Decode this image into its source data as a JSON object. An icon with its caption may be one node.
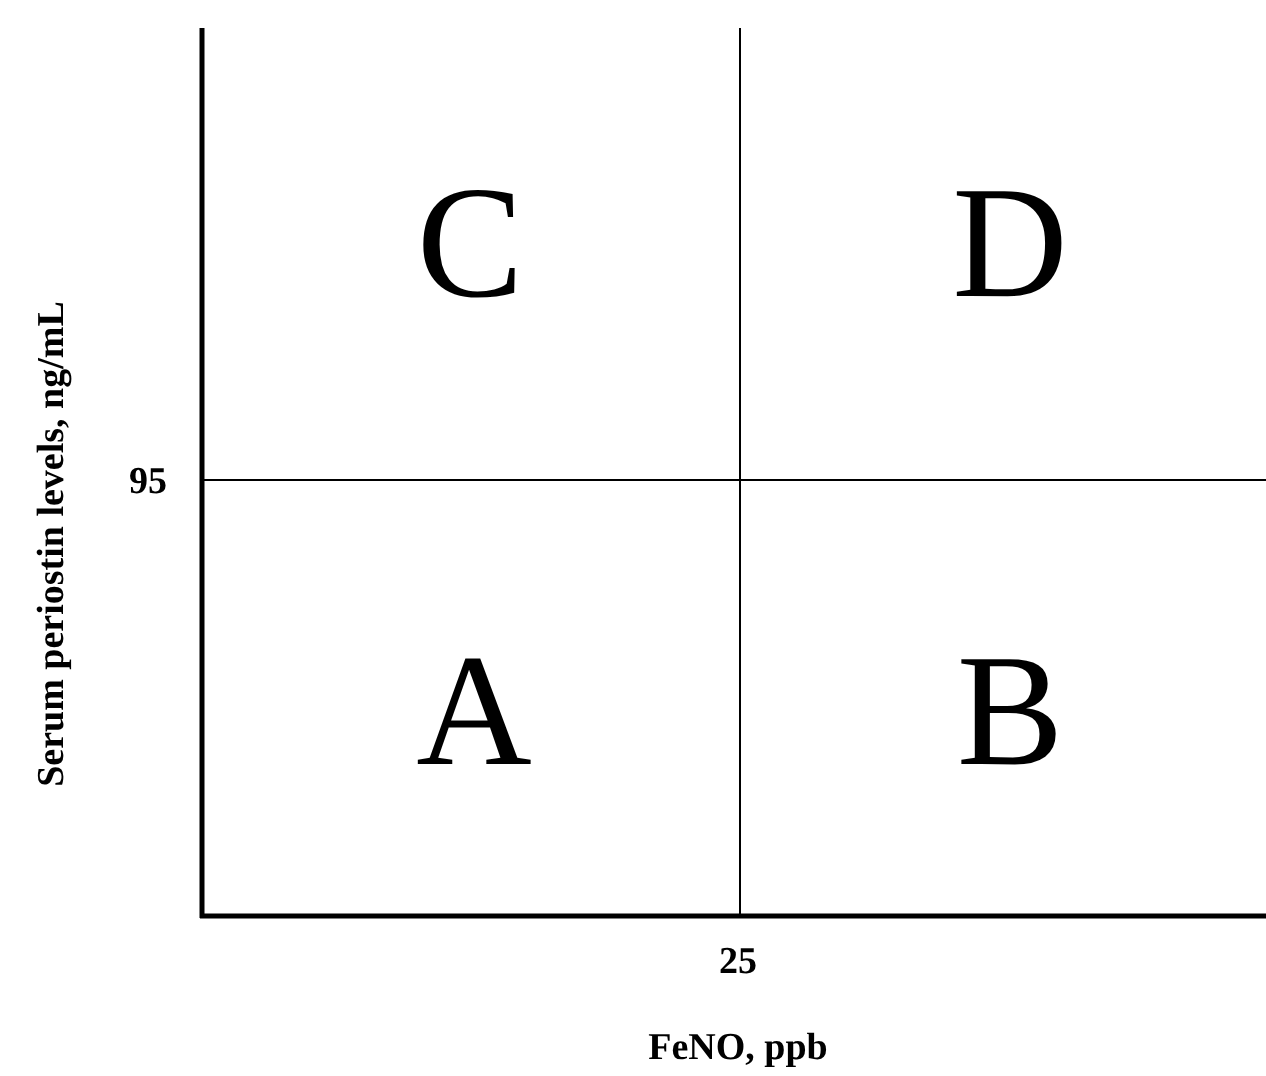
{
  "diagram": {
    "labels": [
      "Serum periostin levels, ng/mL",
      "C",
      "D",
      "95",
      "A",
      "B",
      "25",
      "FeNO, ppb"
    ]
  }
}
